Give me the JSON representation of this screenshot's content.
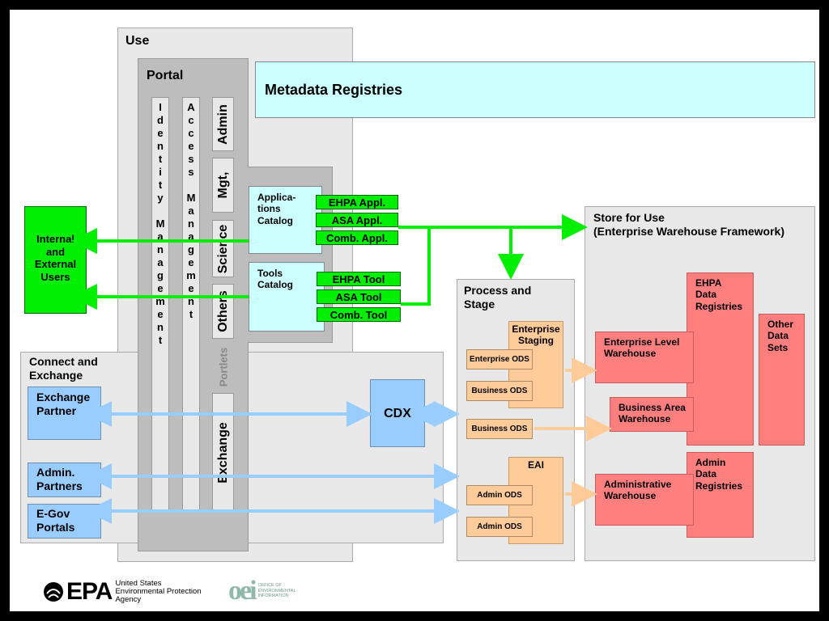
{
  "use": {
    "label": "Use"
  },
  "portal": {
    "label": "Portal",
    "identity": "I\nd\ne\nn\nt\ni\nt\ny\n\nM\na\nn\na\ng\ne\nm\ne\nn\nt",
    "access": "A\nc\nc\ne\ns\ns\n\nM\na\nn\na\ng\ne\nm\ne\nn\nt",
    "tabs": [
      "Admin",
      "Mgt,",
      "Science",
      "Others"
    ],
    "portlets": "Portlets",
    "exchange": "Exchange"
  },
  "metadata": {
    "label": "Metadata Registries"
  },
  "catalogs": {
    "applications": "Applica-\ntions\nCatalog",
    "tools": "Tools\nCatalog",
    "app_items": [
      "EHPA Appl.",
      "ASA Appl.",
      "Comb. Appl."
    ],
    "tool_items": [
      "EHPA Tool",
      "ASA Tool",
      "Comb. Tool"
    ]
  },
  "users": {
    "label": "Internal\nand\nExternal\nUsers"
  },
  "connect": {
    "label": "Connect and\nExchange",
    "exchange_partner": "Exchange\nPartner",
    "admin_partners": "Admin.\nPartners",
    "egov": "E-Gov\nPortals",
    "cdx": "CDX"
  },
  "process": {
    "label": "Process and\nStage",
    "enterprise_staging": "Enterprise\nStaging",
    "enterprise_ods": "Enterprise ODS",
    "business_ods_1": "Business ODS",
    "business_ods_2": "Business ODS",
    "eai": "EAI",
    "admin_ods_1": "Admin ODS",
    "admin_ods_2": "Admin ODS"
  },
  "store": {
    "label": "Store for Use\n(Enterprise Warehouse Framework)",
    "ehpa_registries": "EHPA\nData\nRegistries",
    "other_data": "Other\nData\nSets",
    "enterprise_warehouse": "Enterprise Level\nWarehouse",
    "business_warehouse": "Business Area\nWarehouse",
    "admin_registries": "Admin\nData\nRegistries",
    "admin_warehouse": "Administrative\nWarehouse"
  },
  "footer": {
    "epa_mark": "EPA",
    "epa_name": "United States\nEnvironmental Protection\nAgency",
    "oei_mark": "oei",
    "oei_name": "OFFICE OF\nENVIRONMENTAL\nINFORMATION"
  },
  "colors": {
    "green": "#00ee00",
    "blue_arrow": "#99ccff",
    "peach_arrow": "#ffcc99"
  }
}
